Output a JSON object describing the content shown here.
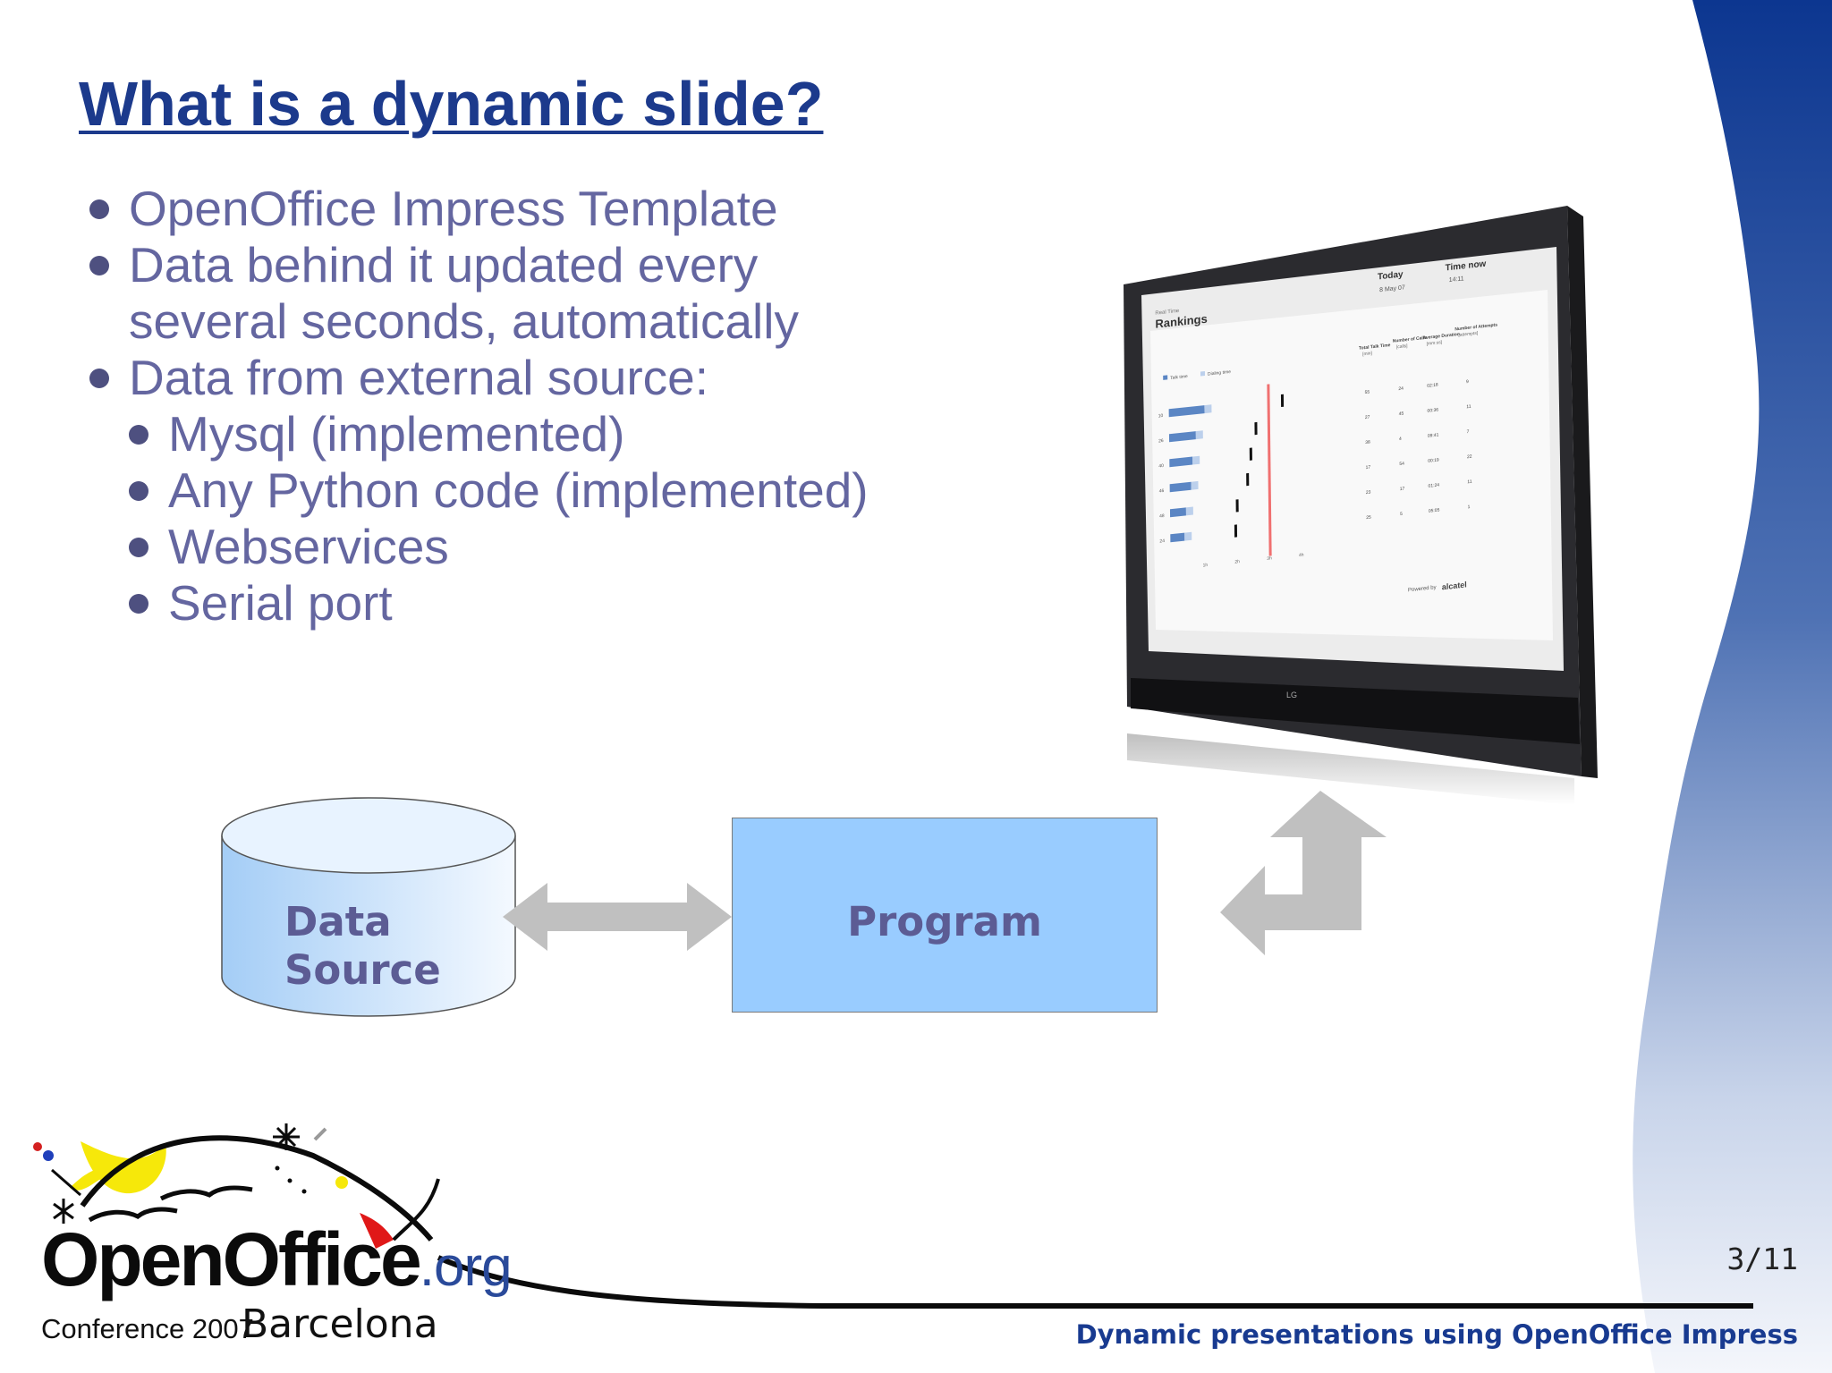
{
  "slide": {
    "title": "What is a dynamic slide?",
    "page_number": "3/11",
    "footer": "Dynamic presentations using OpenOffice Impress"
  },
  "bullets": [
    {
      "text": "OpenOffice Impress Template",
      "level": 1
    },
    {
      "text": "Data behind it updated every",
      "level": 1
    },
    {
      "text": "several seconds, automatically",
      "level": 1,
      "continuation": true
    },
    {
      "text": "Data from external source:",
      "level": 1
    },
    {
      "text": "Mysql (implemented)",
      "level": 2
    },
    {
      "text": "Any Python code (implemented)",
      "level": 2
    },
    {
      "text": "Webservices",
      "level": 2
    },
    {
      "text": "Serial port",
      "level": 2
    }
  ],
  "diagram": {
    "data_source_line1": "Data",
    "data_source_line2": "Source",
    "program_label": "Program"
  },
  "screen": {
    "title_small": "Real Time",
    "title": "Rankings",
    "today_label": "Today",
    "today_value": "8 May 07",
    "time_label": "Time now",
    "time_value": "14:11",
    "legend_talk": "Talk time",
    "legend_dialing": "Dialing time",
    "col1": "Total Talk Time",
    "col1_unit": "[min]",
    "col2": "Number of Calls",
    "col2_unit": "[calls]",
    "col3": "Average Duration",
    "col3_unit": "[mm:ss]",
    "col4": "Number of Attempts",
    "col4_unit": "[attempts]",
    "rows": [
      {
        "id": "10",
        "c1": "55",
        "c2": "24",
        "c3": "02:18",
        "c4": "9"
      },
      {
        "id": "26",
        "c1": "27",
        "c2": "45",
        "c3": "00:36",
        "c4": "11"
      },
      {
        "id": "40",
        "c1": "38",
        "c2": "4",
        "c3": "09:41",
        "c4": "7"
      },
      {
        "id": "46",
        "c1": "17",
        "c2": "54",
        "c3": "00:19",
        "c4": "22"
      },
      {
        "id": "48",
        "c1": "23",
        "c2": "17",
        "c3": "01:24",
        "c4": "11"
      },
      {
        "id": "24",
        "c1": "25",
        "c2": "5",
        "c3": "05:05",
        "c4": "1"
      }
    ],
    "axis_ticks": [
      "1h",
      "2h",
      "3h",
      "4h"
    ],
    "powered_by": "Powered by",
    "vendor": "alcatel",
    "brand": "LG"
  },
  "logo": {
    "word": "OpenOffice",
    "org": ".org",
    "conference": "Conference 2007",
    "city": "Barcelona"
  },
  "colors": {
    "title": "#1c3a8c",
    "bullet_text": "#6466a0",
    "swoosh_dark": "#0e3a8e",
    "program_box": "#99ccff",
    "arrows": "#c0c0c0"
  },
  "icons": [
    "bidirectional-arrow-icon",
    "return-arrow-icon",
    "database-cylinder-icon",
    "monitor-image"
  ]
}
